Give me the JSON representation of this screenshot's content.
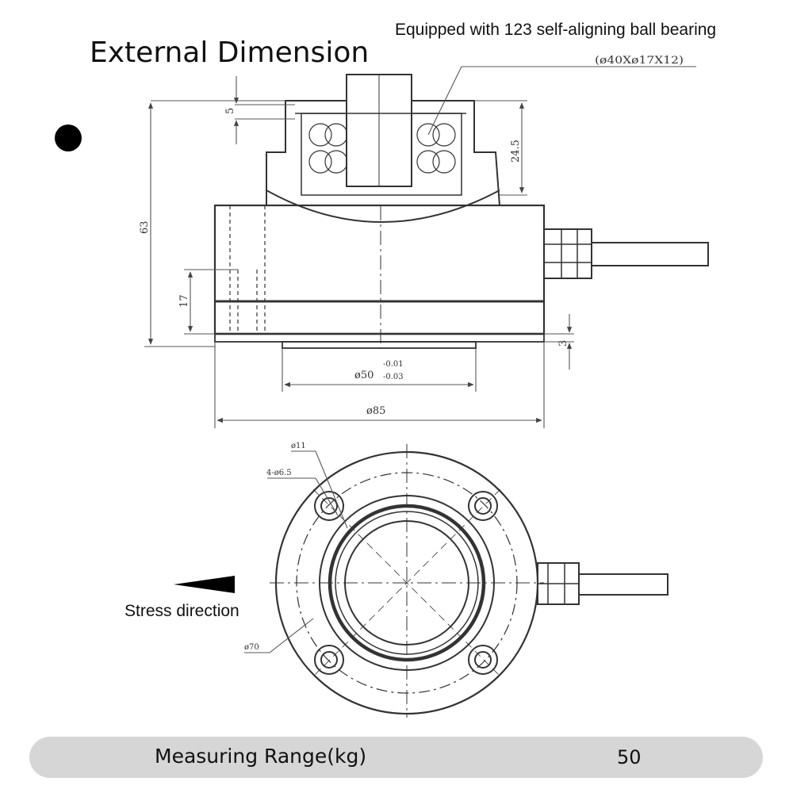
{
  "title": "External Dimension",
  "bearing_note": "Equipped with 123 self-aligning ball bearing",
  "stress_direction": "Stress direction",
  "dimensions": {
    "bearing_size": "(ø40Xø17X12)",
    "top_gap": "5",
    "bearing_height": "24.5",
    "total_height": "63",
    "lower_height": "17",
    "base_step": "3",
    "spigot_diameter": "ø50",
    "spigot_tol_upper": "-0.01",
    "spigot_tol_lower": "-0.03",
    "outer_diameter": "ø85",
    "counterbore": "ø11",
    "holes": "4-ø6.5",
    "pitch_circle": "ø70"
  },
  "measuring_range": {
    "label": "Measuring Range(kg)",
    "value": "50"
  }
}
